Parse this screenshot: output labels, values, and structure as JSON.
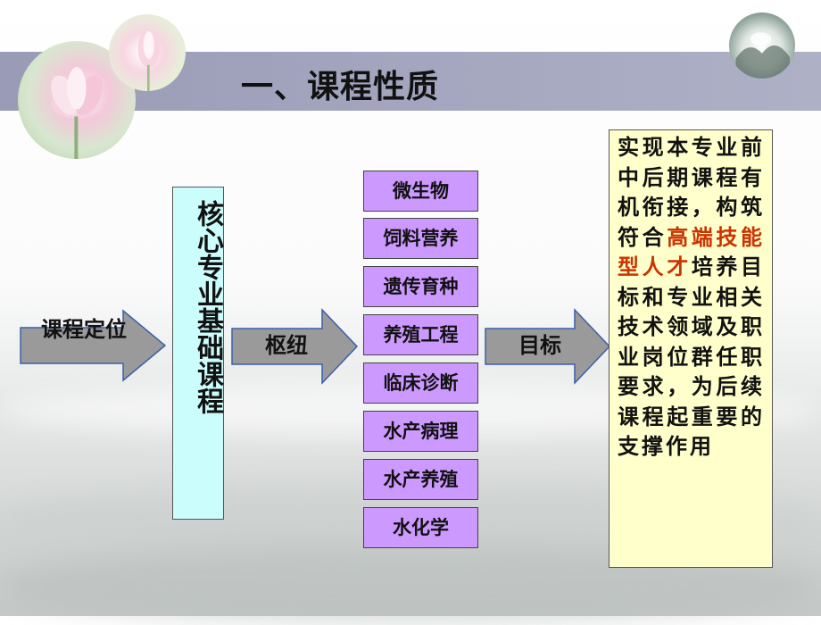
{
  "title": "一、课程性质",
  "arrows": {
    "positioning": "课程定位",
    "hub": "枢纽",
    "goal": "目标"
  },
  "core": "核心专业基础课程",
  "courses": [
    "微生物",
    "饲料营养",
    "遗传育种",
    "养殖工程",
    "临床诊断",
    "水产病理",
    "水产养殖",
    "水化学"
  ],
  "goal_text": {
    "before": "实现本专业前中后期课程有机衔接，构筑符合",
    "highlight": "高端技能型人才",
    "after": "培养目标和专业相关技术领域及职业岗位群任职要求，为后续课程起重要的支撑作用"
  },
  "colors": {
    "arrow_fill": "#9a9a9a",
    "arrow_outline": "#3b5fa8",
    "core_bg": "#ccfdfd",
    "course_bg": "#cc99ff",
    "goal_bg": "#ffffcc",
    "highlight": "#cc3300",
    "title_band": "#a4a6bf"
  }
}
